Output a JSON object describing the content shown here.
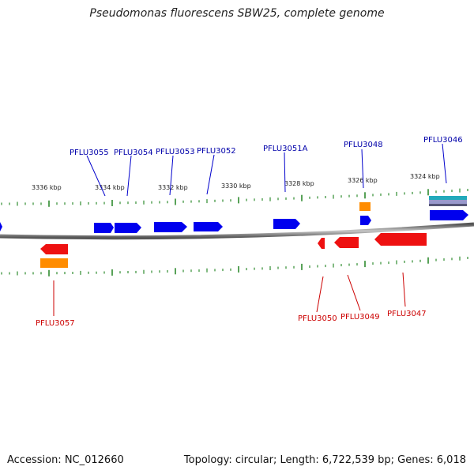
{
  "header": {
    "title": "Pseudomonas fluorescens SBW25, complete genome"
  },
  "footer": {
    "accession": "Accession: NC_012660",
    "summary": "Topology: circular; Length: 6,722,539 bp; Genes: 6,018"
  },
  "colors": {
    "backbone": "#8a8a8a",
    "tick": "#2e8b2e",
    "forward_gene": "#0000ee",
    "reverse_gene": "#ee1111",
    "forward_label": "#0000aa",
    "reverse_label": "#cc0000",
    "feature_orange": "#ff8c00",
    "feature_teal": "#22aabb",
    "feature_lavender": "#9999cc"
  },
  "scale": {
    "ticks": [
      {
        "label": "3336 kbp"
      },
      {
        "label": "3334 kbp"
      },
      {
        "label": "3332 kbp"
      },
      {
        "label": "3330 kbp"
      },
      {
        "label": "3328 kbp"
      },
      {
        "label": "3326 kbp"
      },
      {
        "label": "3324 kbp"
      }
    ]
  },
  "genes_forward": [
    {
      "label": "PFLU3055"
    },
    {
      "label": "PFLU3054"
    },
    {
      "label": "PFLU3053"
    },
    {
      "label": "PFLU3052"
    },
    {
      "label": "PFLU3051A"
    },
    {
      "label": "PFLU3048"
    },
    {
      "label": "PFLU3046"
    }
  ],
  "genes_reverse": [
    {
      "label": "PFLU3057"
    },
    {
      "label": "PFLU3050"
    },
    {
      "label": "PFLU3049"
    },
    {
      "label": "PFLU3047"
    }
  ]
}
